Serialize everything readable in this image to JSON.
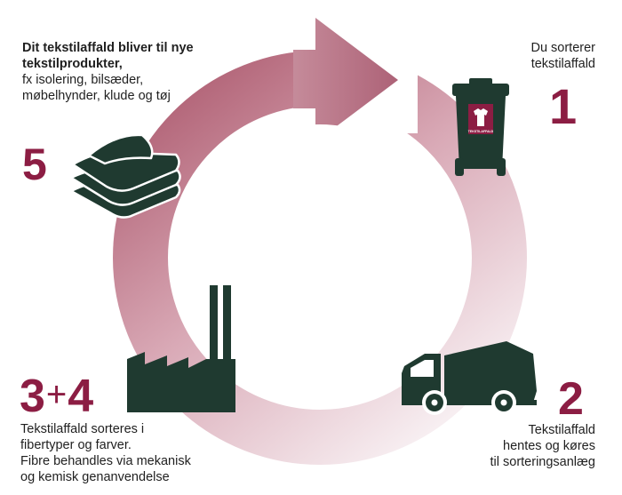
{
  "colors": {
    "accent": "#8c1d43",
    "icon": "#1f3a30",
    "ring_dark": "#b5697c",
    "ring_light": "#f6eaee"
  },
  "steps": {
    "step5": {
      "number": "5",
      "heading": "Dit tekstilaffald bliver til nye tekstilprodukter,",
      "body": "fx isolering, bilsæder, møbelhynder, klude og tøj",
      "icon": "folded-textiles-icon"
    },
    "step1": {
      "number": "1",
      "line1": "Du sorterer",
      "line2": "tekstilaffald",
      "icon": "waste-bin-icon",
      "bin_label": "TEKSTILAFFALD"
    },
    "step2": {
      "number": "2",
      "line1": "Tekstilaffald",
      "line2": "hentes og køres",
      "line3": "til sorteringsanlæg",
      "icon": "garbage-truck-icon"
    },
    "step34": {
      "number_a": "3",
      "plus": "+",
      "number_b": "4",
      "line1": "Tekstilaffald sorteres i",
      "line2": "fibertyper og farver.",
      "line3": "Fibre behandles via mekanisk",
      "line4": "og kemisk genanvendelse",
      "icon": "factory-icon"
    }
  }
}
